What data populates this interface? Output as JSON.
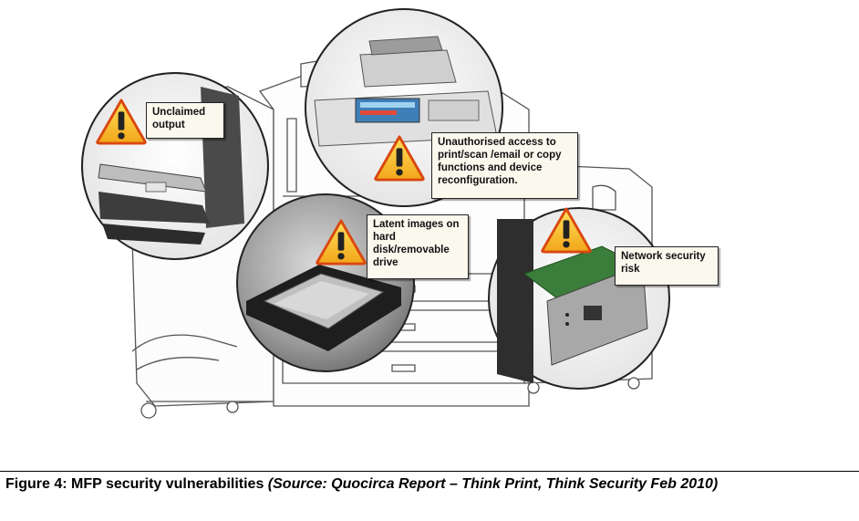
{
  "callouts": {
    "unclaimed": "Unclaimed output",
    "unauthorised": "Unauthorised access to print/scan /email or copy functions and device reconfiguration.",
    "latent": "Latent images on hard disk/removable drive",
    "network": "Network security risk"
  },
  "caption": {
    "label": "Figure 4: MFP security vulnerabilities",
    "source": "(Source: Quocirca Report – Think Print, Think Security Feb 2010)"
  },
  "colors": {
    "warning_fill": "#f7c21a",
    "warning_border": "#d9480f",
    "callout_bg": "#fbf8ee",
    "line": "#555555"
  },
  "icons": [
    "warning-triangle-icon",
    "printer-illustration",
    "hard-drive-illustration",
    "network-card-illustration",
    "output-tray-illustration"
  ]
}
